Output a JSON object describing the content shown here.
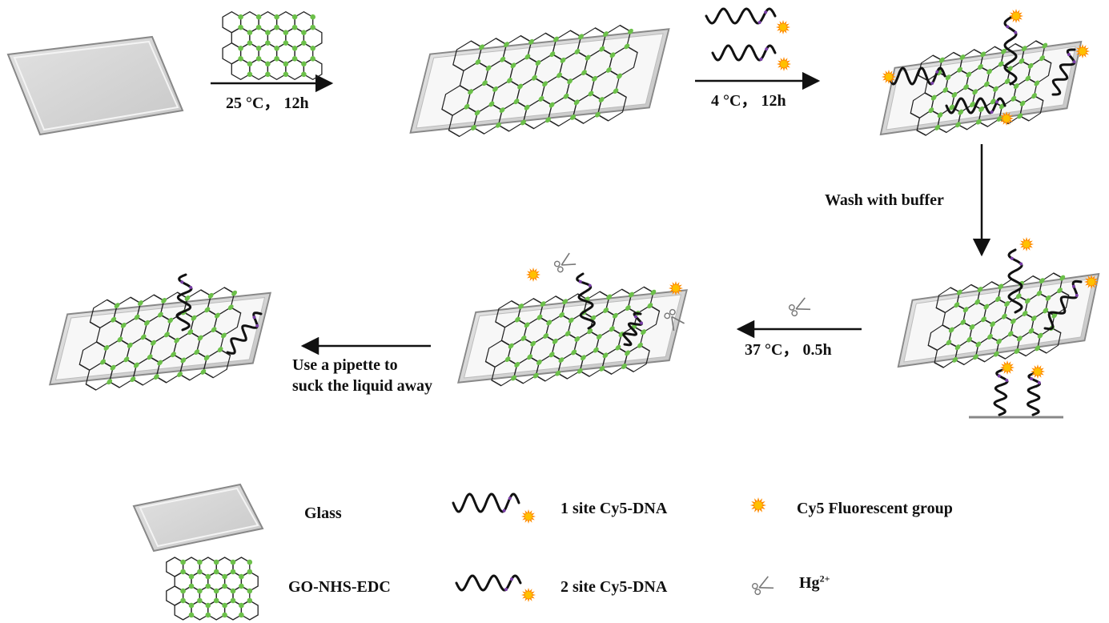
{
  "steps": {
    "step1_condition": "25 °C， 12h",
    "step2_condition": "4 °C， 12h",
    "step3_label": "Wash with buffer",
    "step4_condition": "37 °C， 0.5h",
    "step5_line1": "Use a pipette to",
    "step5_line2": "suck the liquid away"
  },
  "legend": {
    "glass": "Glass",
    "go": "GO-NHS-EDC",
    "dna1": "1 site Cy5-DNA",
    "dna2": "2 site Cy5-DNA",
    "cy5": "Cy5 Fluorescent group",
    "hg_base": "Hg",
    "hg_sup": "2+"
  },
  "colors": {
    "glass_fill": "#d4d4d4",
    "glass_edge": "#8a8a8a",
    "node": "#6cc04a",
    "strand": "#111111",
    "strand_mark": "#7a3fa8",
    "fluor": "#ffc000",
    "fluor_edge": "#ff8c00"
  }
}
